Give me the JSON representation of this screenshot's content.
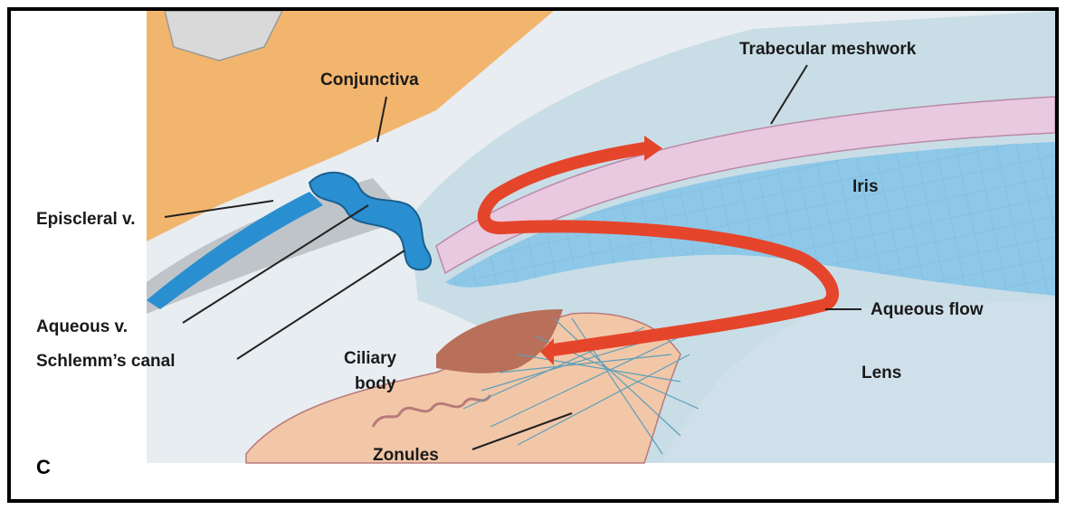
{
  "panel_label": "C",
  "labels": {
    "trabecular_meshwork": "Trabecular meshwork",
    "conjunctiva": "Conjunctiva",
    "iris": "Iris",
    "episcleral_v": "Episcleral v.",
    "aqueous_flow": "Aqueous flow",
    "aqueous_v": "Aqueous v.",
    "schlemms_canal": "Schlemm’s canal",
    "ciliary_body_line1": "Ciliary",
    "ciliary_body_line2": "body",
    "lens": "Lens",
    "zonules": "Zonules"
  },
  "colors": {
    "frame": "#000000",
    "conjunctiva_tissue": "#f2b56e",
    "cornea": "#c9dde6",
    "iris": "#8ec8e8",
    "trabecular": "#e9c9df",
    "vessel": "#2a8fd0",
    "aqueous_flow": "#e5452b",
    "ciliary_muscle": "#b8705a",
    "ciliary_body": "#f2c7a8",
    "lens": "#cfe0ea"
  }
}
